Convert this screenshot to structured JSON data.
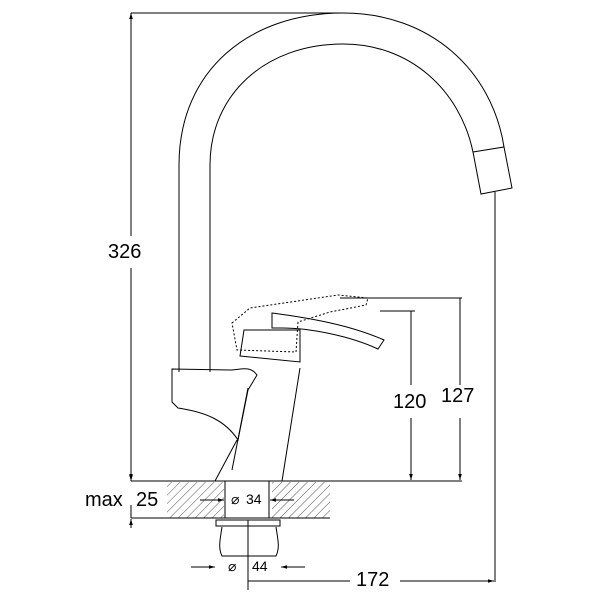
{
  "drawing": {
    "dimensions": {
      "total_height": "326",
      "lever_height": "120",
      "lever_height_max": "127",
      "countertop_max_label": "max",
      "countertop_max_value": "25",
      "hole_diameter": "34",
      "nut_diameter": "44",
      "reach": "172"
    },
    "diameter_symbol": "⌀",
    "line_color": "#000000",
    "background_color": "#ffffff"
  }
}
